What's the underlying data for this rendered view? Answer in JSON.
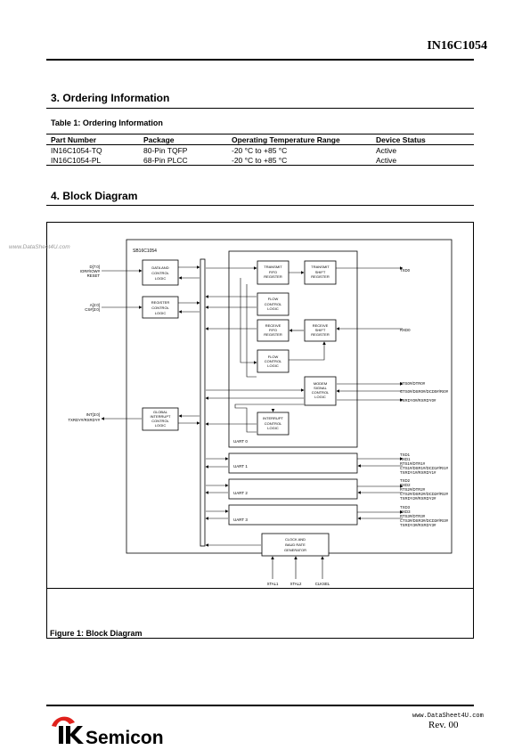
{
  "header": {
    "doc_id": "IN16C1054"
  },
  "section3": {
    "title": "3. Ordering Information"
  },
  "table1": {
    "caption": "Table 1:   Ordering Information",
    "headers": [
      "Part Number",
      "Package",
      "Operating Temperature Range",
      "Device Status"
    ],
    "rows": [
      [
        "IN16C1054-TQ",
        "80-Pin TQFP",
        "-20 °C to +85 °C",
        "Active"
      ],
      [
        "IN16C1054-PL",
        "68-Pin PLCC",
        "-20 °C to +85 °C",
        "Active"
      ]
    ]
  },
  "section4": {
    "title": "4. Block Diagram"
  },
  "watermark": "www.DataSheet4U.com",
  "diagram": {
    "chip_label": "SB16C1054",
    "blocks": {
      "data_ctrl": [
        "DATA AND",
        "CONTROL",
        "LOGIC"
      ],
      "reg_ctrl": [
        "REGISTER",
        "CONTROL",
        "LOGIC"
      ],
      "global_int": [
        "GLOBAL",
        "INTERRUPT",
        "CONTROL",
        "LOGIC"
      ],
      "tx_fifo": [
        "TRANSMIT",
        "FIFO",
        "REGISTER"
      ],
      "tx_shift": [
        "TRANSMIT",
        "SHIFT",
        "REGISTER"
      ],
      "flow1": [
        "FLOW",
        "CONTROL",
        "LOGIC"
      ],
      "rx_fifo": [
        "RECEIVE",
        "FIFO",
        "REGISTER"
      ],
      "rx_shift": [
        "RECEIVE",
        "SHIFT",
        "REGISTER"
      ],
      "flow2": [
        "FLOW",
        "CONTROL",
        "LOGIC"
      ],
      "modem": [
        "MODEM",
        "SIGNAL",
        "CONTROL",
        "LOGIC"
      ],
      "int_ctrl": [
        "INTERRUPT",
        "CONTROL",
        "LOGIC"
      ],
      "clock": [
        "CLOCK AND",
        "BAUD RATE",
        "GENERATOR"
      ]
    },
    "uart0": "UART 0",
    "uart1": "UART 1",
    "uart2": "UART 2",
    "uart3": "UART 3",
    "inputs": {
      "d_group": [
        "D[7:0]",
        "IOR#/IOW#",
        "RESET"
      ],
      "a_group": [
        "A[2:0]",
        "CS#[3:0]"
      ],
      "int_group": [
        "INT[3:0]",
        "TXRDY#/RXRDY#"
      ]
    },
    "outputs": {
      "txd0": "TXD0",
      "rxd0": "RXD0",
      "modem0": [
        "RTS0#/DTR0#",
        "CTS0#/DSR0#/DCD0#/RI0#",
        "TXRDY0#/RXRDY0#"
      ],
      "uart1": [
        "TXD1",
        "RXD1",
        "RTS1#/DTR1#",
        "CTS1#/DSR1#/DCD1#/RI1#",
        "TXRDY1#/RXRDY1#"
      ],
      "uart2": [
        "TXD2",
        "RXD2",
        "RTS2#/DTR2#",
        "CTS2#/DSR2#/DCD2#/RI2#",
        "TXRDY2#/RXRDY2#"
      ],
      "uart3": [
        "TXD3",
        "RXD3",
        "RTS3#/DTR3#",
        "CTS3#/DSR3#/DCD3#/RI3#",
        "TXRDY3#/RXRDY3#"
      ]
    },
    "clock_pins": [
      "XTAL1",
      "XTAL2",
      "CLKSEL"
    ]
  },
  "figure": {
    "caption": "Figure 1:   Block Diagram"
  },
  "footer": {
    "logo_text": "Semicon",
    "rev": "Rev. 00",
    "site": "www.DataSheet4U.com"
  }
}
